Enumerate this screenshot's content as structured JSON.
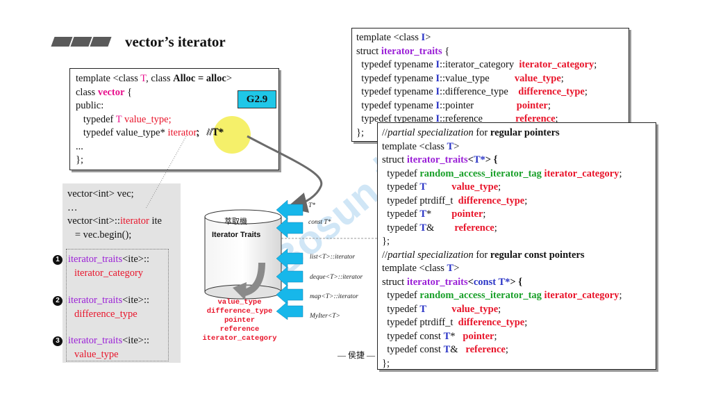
{
  "title": "vector’s iterator",
  "badge": "G2.9",
  "author": "— 侯捷 —",
  "watermark": "Bosun 博",
  "vector_box": {
    "l1a": "template <class ",
    "l1b": "T",
    "l1c": ", class ",
    "l1d": "Alloc = alloc",
    "l1e": ">",
    "l2a": "class ",
    "l2b": "vector",
    "l2c": " {",
    "l3": "public:",
    "l4a": "   typedef ",
    "l4b": "T",
    "l4c": " value_type;",
    "l5a": "   typedef value_type* ",
    "l5b": "iterator",
    "l5c": ";   //T*",
    "l6": "...",
    "l7": "};"
  },
  "usage_box": {
    "l1": "vector<int> vec;",
    "l2": "…",
    "l3a": "vector<int>::",
    "l3b": "iterator",
    "l3c": " ite",
    "l4": "   = vec.begin();",
    "items": [
      {
        "num": "1",
        "a": "iterator_traits",
        "b": "<ite>::",
        "c": "iterator_category"
      },
      {
        "num": "2",
        "a": "iterator_traits",
        "b": "<ite>::",
        "c": "difference_type"
      },
      {
        "num": "3",
        "a": "iterator_traits",
        "b": "<ite>::",
        "c": "value_type"
      }
    ]
  },
  "traits_box": {
    "l1a": "template <class ",
    "l1b": "I",
    "l1c": ">",
    "l2a": "struct ",
    "l2b": "iterator_traits",
    "l2c": " {",
    "rows": [
      {
        "a": "  typedef typename ",
        "b": "I",
        "c": "::iterator_category  ",
        "d": "iterator_category",
        "e": ";"
      },
      {
        "a": "  typedef typename ",
        "b": "I",
        "c": "::value_type          ",
        "d": "value_type",
        "e": ";"
      },
      {
        "a": "  typedef typename ",
        "b": "I",
        "c": "::difference_type    ",
        "d": "difference_type",
        "e": ";"
      },
      {
        "a": "  typedef typename ",
        "b": "I",
        "c": "::pointer                 ",
        "d": "pointer",
        "e": ";"
      },
      {
        "a": "  typedef typename ",
        "b": "I",
        "c": "::reference             ",
        "d": "reference",
        "e": ";"
      }
    ],
    "end": "};"
  },
  "partial_box": {
    "c1a": "//",
    "c1b": "partial specialization",
    "c1c": " for ",
    "c1d": "regular pointers",
    "t1a": "template <class ",
    "t1b": "T",
    "t1c": ">",
    "s1a": "struct ",
    "s1b": "iterator_traits",
    "s1c": "<",
    "s1d": "T*",
    "s1e": "> {",
    "rows1": [
      {
        "a": "  typedef ",
        "b": "random_access_iterator_tag",
        "c": " ",
        "d": "iterator_category",
        "e": ";"
      },
      {
        "a": "  typedef ",
        "b": "T",
        "c": "          ",
        "d": "value_type",
        "e": ";"
      },
      {
        "a": "  typedef ptrdiff_t  ",
        "b": "",
        "c": "",
        "d": "difference_type",
        "e": ";"
      },
      {
        "a": "  typedef ",
        "b": "T",
        "c": "*        ",
        "d": "pointer",
        "e": ";"
      },
      {
        "a": "  typedef ",
        "b": "T",
        "c": "&        ",
        "d": "reference",
        "e": ";"
      }
    ],
    "end1": "};",
    "c2a": "//",
    "c2b": "partial specialization",
    "c2c": " for ",
    "c2d": "regular const pointers",
    "t2a": "template <class ",
    "t2b": "T",
    "t2c": ">",
    "s2a": "struct ",
    "s2b": "iterator_traits",
    "s2c": "<",
    "s2d": "const T*",
    "s2e": "> {",
    "rows2": [
      {
        "a": "  typedef ",
        "b": "random_access_iterator_tag",
        "c": " ",
        "d": "iterator_category",
        "e": ";"
      },
      {
        "a": "  typedef ",
        "b": "T",
        "c": "          ",
        "d": "value_type",
        "e": ";"
      },
      {
        "a": "  typedef ptrdiff_t  ",
        "b": "",
        "c": "",
        "d": "difference_type",
        "e": ";"
      },
      {
        "a": "  typedef const ",
        "b": "T",
        "c": "*   ",
        "d": "pointer",
        "e": ";"
      },
      {
        "a": "  typedef const ",
        "b": "T",
        "c": "&   ",
        "d": "reference",
        "e": ";"
      }
    ],
    "end2": "};"
  },
  "extractor": {
    "label": "萃取機",
    "name": "Iterator Traits",
    "outputs": [
      "value_type",
      "difference_type",
      "pointer",
      "reference",
      "iterator_category"
    ],
    "inputs": [
      "T*",
      "const T*",
      "list<T>::iterator",
      "deque<T>::iterator",
      "map<T>::iterator",
      "MyIter<T>"
    ]
  },
  "colors": {
    "red": "#e8142a",
    "purple": "#9a1fd6",
    "magenta": "#e8108c",
    "green": "#1aa02a",
    "blue": "#2b35c6",
    "badge": "#1fc7e8",
    "highlight": "#f5f06a"
  }
}
